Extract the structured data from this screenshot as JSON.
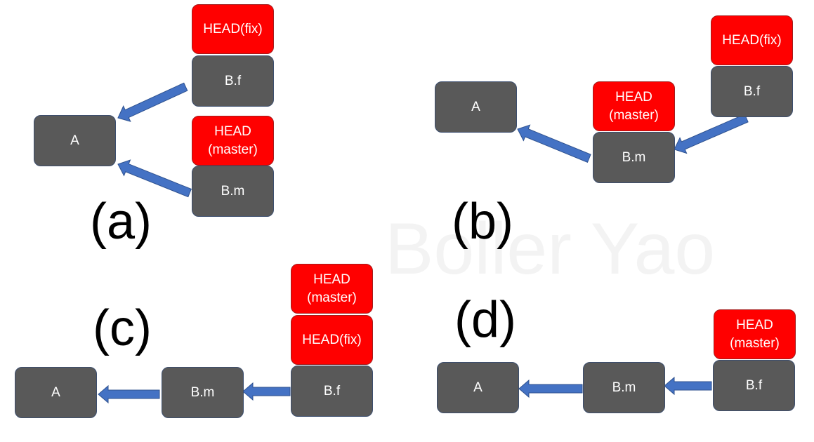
{
  "watermark": "Boller Yao",
  "colors": {
    "commit": "#595959",
    "ref": "#ff0000",
    "arrow": "#4472c4"
  },
  "panels": [
    {
      "label": "(a)",
      "commits": [
        "A",
        "B.f",
        "B.m"
      ],
      "refs": [
        "HEAD(fix)",
        "HEAD\n(master)"
      ]
    },
    {
      "label": "(b)",
      "commits": [
        "A",
        "B.m",
        "B.f"
      ],
      "refs": [
        "HEAD\n(master)",
        "HEAD(fix)"
      ]
    },
    {
      "label": "(c)",
      "commits": [
        "A",
        "B.m",
        "B.f"
      ],
      "refs": [
        "HEAD\n(master)",
        "HEAD(fix)"
      ]
    },
    {
      "label": "(d)",
      "commits": [
        "A",
        "B.m",
        "B.f"
      ],
      "refs": [
        "HEAD\n(master)"
      ]
    }
  ]
}
